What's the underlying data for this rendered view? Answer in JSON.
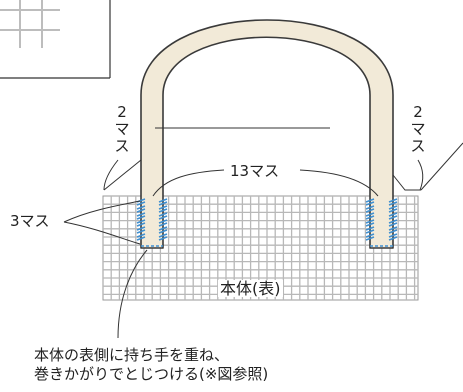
{
  "labels": {
    "count_13": "13マス",
    "count_3": "3マス",
    "left_2": [
      "2",
      "マ",
      "ス"
    ],
    "right_2": [
      "2",
      "マ",
      "ス"
    ],
    "body_label": "本体(表)"
  },
  "caption": {
    "line1": "本体の表側に持ち手を重ね、",
    "line2": "巻きかがりでとじつける(※図参照)"
  },
  "colors": {
    "handle_fill": "#f2ead8",
    "handle_stroke": "#3a3a3a",
    "grid": "#b8b8b8",
    "stitch": "#3f8fd0"
  }
}
